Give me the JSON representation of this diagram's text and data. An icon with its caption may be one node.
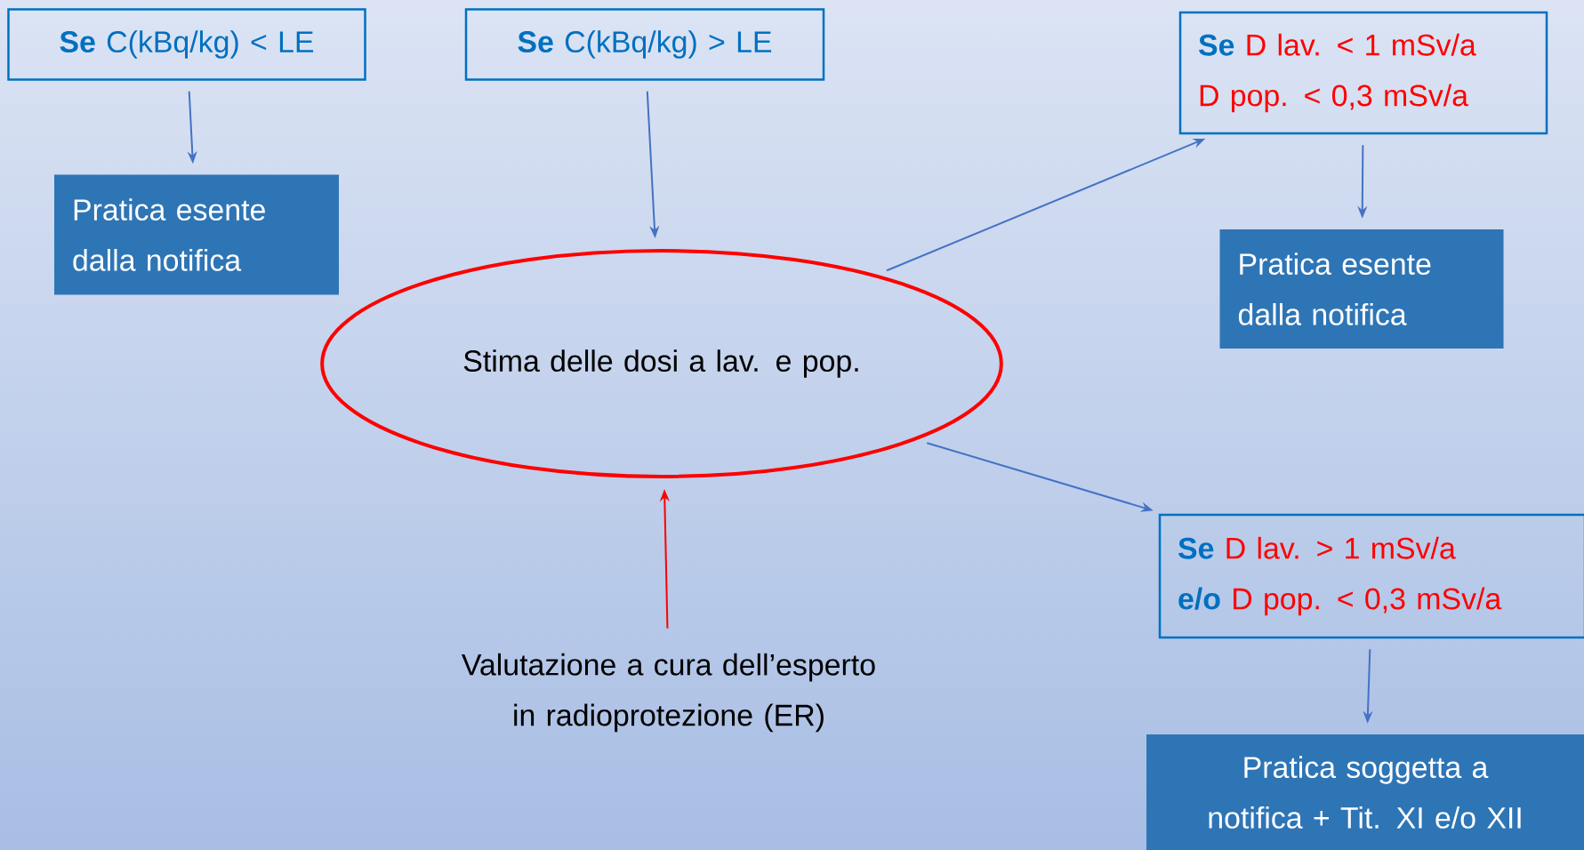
{
  "diagram": {
    "nodes": [
      {
        "text": [
          "**Se** C(kBq/kg) < LE"
        ]
      },
      {
        "text": [
          "Pratica esente dalla notifica"
        ]
      },
      {
        "text": [
          "**Se** C(kBq/kg) > LE"
        ]
      },
      {
        "text": [
          "Stima delle dosi a lav. e pop."
        ]
      },
      {
        "text": [
          "Se",
          "D lav. < 1 mSv/a",
          "D pop. < 0,3 mSv/a"
        ]
      },
      {
        "text": [
          "Pratica esente dalla notifica"
        ]
      },
      {
        "text": [
          "Se",
          "D lav. > 1 mSv/a",
          "e/o",
          "D pop. < 0,3 mSv/a"
        ]
      },
      {
        "text": [
          "Pratica soggetta a notifica + Tit. XI e/o XII"
        ]
      },
      {
        "text": [
          "Valutazione a cura dell’esperto in radioprotezione (ER)"
        ]
      }
    ],
    "edges": [
      {
        "from": 0,
        "to": 1,
        "arrow": "to"
      },
      {
        "from": 2,
        "to": 3,
        "arrow": "to"
      },
      {
        "from": 3,
        "to": 4,
        "arrow": "to"
      },
      {
        "from": 4,
        "to": 5,
        "arrow": "to"
      },
      {
        "from": 3,
        "to": 6,
        "arrow": "to"
      },
      {
        "from": 6,
        "to": 7,
        "arrow": "to"
      },
      {
        "from": 8,
        "to": 3,
        "arrow": "to",
        "color": "#ff0000"
      }
    ]
  }
}
